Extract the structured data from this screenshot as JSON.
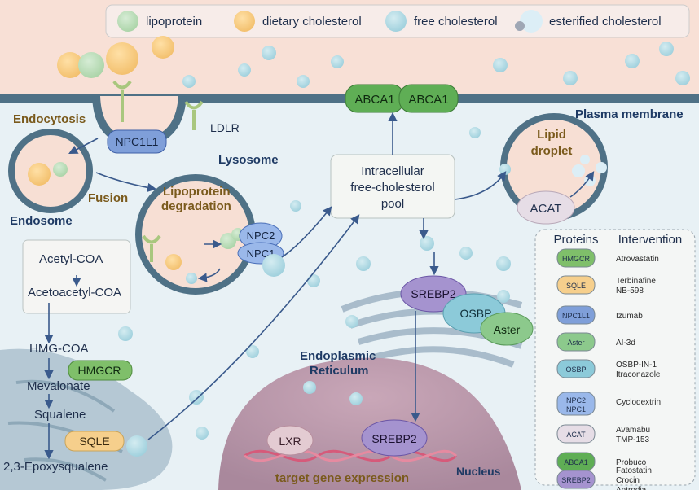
{
  "legend": {
    "lipoprotein": "lipoprotein",
    "dietary_cholesterol": "dietary cholesterol",
    "free_cholesterol": "free cholesterol",
    "esterified_cholesterol": "esterified cholesterol"
  },
  "labels": {
    "endocytosis": "Endocytosis",
    "npc1l1": "NPC1L1",
    "ldlr": "LDLR",
    "endosome": "Endosome",
    "fusion": "Fusion",
    "lysosome": "Lysosome",
    "lipoprotein_degradation_1": "Lipoprotein",
    "lipoprotein_degradation_2": "degradation",
    "npc2": "NPC2",
    "npc1": "NPC1",
    "abca1_a": "ABCA1",
    "abca1_b": "ABCA1",
    "plasma_membrane": "Plasma membrane",
    "pool_1": "Intracellular",
    "pool_2": "free-cholesterol",
    "pool_3": "pool",
    "lipid_droplet_1": "Lipid",
    "lipid_droplet_2": "droplet",
    "acat": "ACAT",
    "srebp2_er": "SREBP2",
    "osbp": "OSBP",
    "aster": "Aster",
    "er_1": "Endoplasmic",
    "er_2": "Reticulum",
    "srebp2_nucleus": "SREBP2",
    "lxr": "LXR",
    "target_gene": "target gene expression",
    "nucleus": "Nucleus",
    "hmgcr": "HMGCR",
    "sqle": "SQLE"
  },
  "pathway": [
    "Acetyl-COA",
    "Acetoacetyl-COA",
    "HMG-COA",
    "Mevalonate",
    "Squalene",
    "2,3-Epoxysqualene"
  ],
  "table": {
    "header_proteins": "Proteins",
    "header_intervention": "Intervention",
    "rows": [
      {
        "protein": "HMGCR",
        "color": "#7fbf6a",
        "lines": [
          "Atrovastatin"
        ]
      },
      {
        "protein": "SQLE",
        "color": "#f6cf8c",
        "lines": [
          "Terbinafine",
          "NB-598"
        ]
      },
      {
        "protein": "NPC1L1",
        "color": "#7f9fd9",
        "lines": [
          "Izumab"
        ]
      },
      {
        "protein": "Aster",
        "color": "#8cc98c",
        "lines": [
          "AI-3d"
        ]
      },
      {
        "protein": "OSBP",
        "color": "#8ccad9",
        "lines": [
          "OSBP-IN-1",
          "Itraconazole"
        ]
      },
      {
        "protein": "NPC2",
        "protein2": "NPC1",
        "color": "#9ab8ea",
        "lines": [
          "Cyclodextrin"
        ]
      },
      {
        "protein": "ACAT",
        "color": "#e6dde6",
        "lines": [
          "Avamabu",
          "TMP-153"
        ]
      },
      {
        "protein": "ABCA1",
        "color": "#5fae55",
        "lines": [
          "Probuco"
        ]
      },
      {
        "protein": "SREBP2",
        "color": "#a593cf",
        "lines": [
          "Fatostatin",
          "Crocin",
          "Antrodia"
        ]
      }
    ]
  }
}
